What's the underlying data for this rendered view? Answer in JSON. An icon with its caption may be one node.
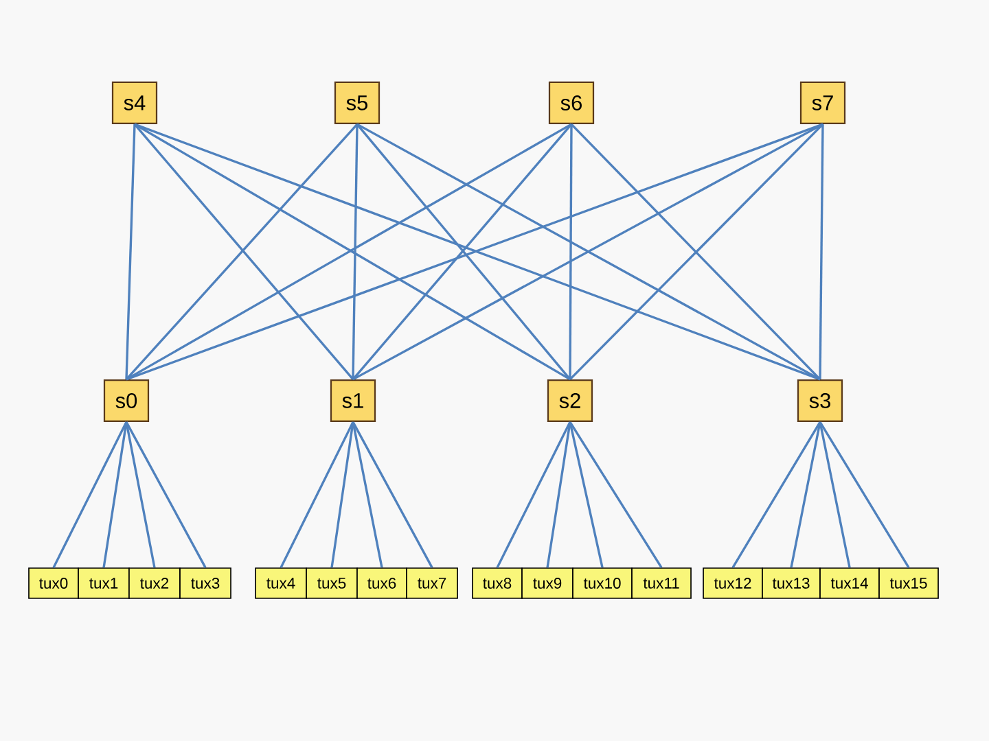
{
  "diagram": {
    "nodes": [
      {
        "text": [
          "s4"
        ]
      },
      {
        "text": [
          "s5"
        ]
      },
      {
        "text": [
          "s6"
        ]
      },
      {
        "text": [
          "s7"
        ]
      },
      {
        "text": [
          "s0"
        ]
      },
      {
        "text": [
          "s1"
        ]
      },
      {
        "text": [
          "s2"
        ]
      },
      {
        "text": [
          "s3"
        ]
      },
      {
        "text": [
          "tux0"
        ]
      },
      {
        "text": [
          "tux1"
        ]
      },
      {
        "text": [
          "tux2"
        ]
      },
      {
        "text": [
          "tux3"
        ]
      },
      {
        "text": [
          "tux4"
        ]
      },
      {
        "text": [
          "tux5"
        ]
      },
      {
        "text": [
          "tux6"
        ]
      },
      {
        "text": [
          "tux7"
        ]
      },
      {
        "text": [
          "tux8"
        ]
      },
      {
        "text": [
          "tux9"
        ]
      },
      {
        "text": [
          "tux10"
        ]
      },
      {
        "text": [
          "tux11"
        ]
      },
      {
        "text": [
          "tux12"
        ]
      },
      {
        "text": [
          "tux13"
        ]
      },
      {
        "text": [
          "tux14"
        ]
      },
      {
        "text": [
          "tux15"
        ]
      }
    ],
    "edges": [
      {
        "from": 0,
        "to": 4,
        "arrow": "none"
      },
      {
        "from": 0,
        "to": 5,
        "arrow": "none"
      },
      {
        "from": 0,
        "to": 6,
        "arrow": "none"
      },
      {
        "from": 0,
        "to": 7,
        "arrow": "none"
      },
      {
        "from": 1,
        "to": 4,
        "arrow": "none"
      },
      {
        "from": 1,
        "to": 5,
        "arrow": "none"
      },
      {
        "from": 1,
        "to": 6,
        "arrow": "none"
      },
      {
        "from": 1,
        "to": 7,
        "arrow": "none"
      },
      {
        "from": 2,
        "to": 4,
        "arrow": "none"
      },
      {
        "from": 2,
        "to": 5,
        "arrow": "none"
      },
      {
        "from": 2,
        "to": 6,
        "arrow": "none"
      },
      {
        "from": 2,
        "to": 7,
        "arrow": "none"
      },
      {
        "from": 3,
        "to": 4,
        "arrow": "none"
      },
      {
        "from": 3,
        "to": 5,
        "arrow": "none"
      },
      {
        "from": 3,
        "to": 6,
        "arrow": "none"
      },
      {
        "from": 3,
        "to": 7,
        "arrow": "none"
      },
      {
        "from": 4,
        "to": 8,
        "arrow": "none"
      },
      {
        "from": 4,
        "to": 9,
        "arrow": "none"
      },
      {
        "from": 4,
        "to": 10,
        "arrow": "none"
      },
      {
        "from": 4,
        "to": 11,
        "arrow": "none"
      },
      {
        "from": 5,
        "to": 12,
        "arrow": "none"
      },
      {
        "from": 5,
        "to": 13,
        "arrow": "none"
      },
      {
        "from": 5,
        "to": 14,
        "arrow": "none"
      },
      {
        "from": 5,
        "to": 15,
        "arrow": "none"
      },
      {
        "from": 6,
        "to": 16,
        "arrow": "none"
      },
      {
        "from": 6,
        "to": 17,
        "arrow": "none"
      },
      {
        "from": 6,
        "to": 18,
        "arrow": "none"
      },
      {
        "from": 6,
        "to": 19,
        "arrow": "none"
      },
      {
        "from": 7,
        "to": 20,
        "arrow": "none"
      },
      {
        "from": 7,
        "to": 21,
        "arrow": "none"
      },
      {
        "from": 7,
        "to": 22,
        "arrow": "none"
      },
      {
        "from": 7,
        "to": 23,
        "arrow": "none"
      }
    ]
  }
}
